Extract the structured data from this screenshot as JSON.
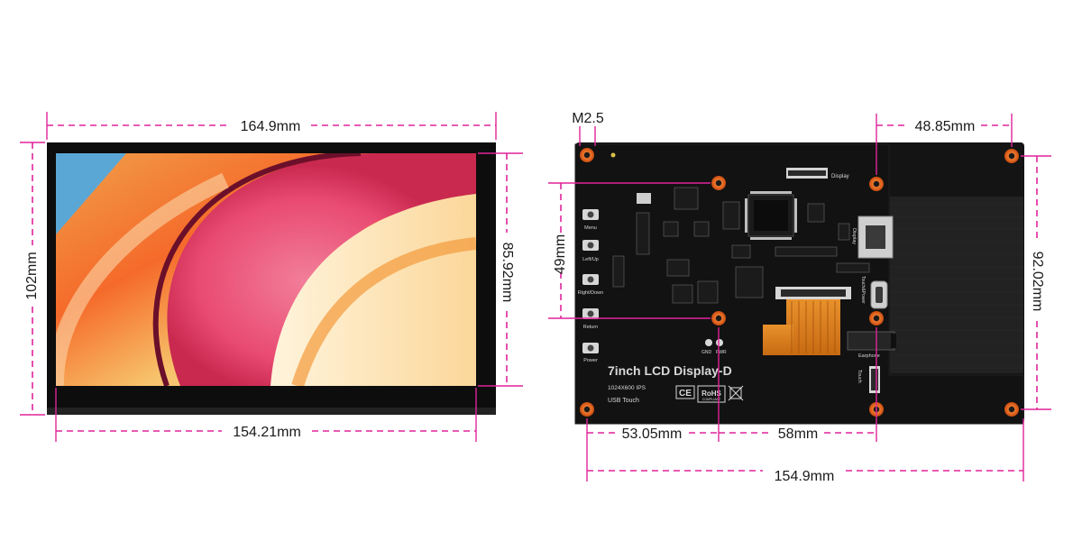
{
  "front_view": {
    "dimensions": {
      "top_width": "164.9mm",
      "left_height": "102mm",
      "right_height": "85.92mm",
      "bottom_width": "154.21mm"
    }
  },
  "back_view": {
    "dimensions": {
      "hole": "M2.5",
      "top_right_width": "48.85mm",
      "left_height": "49mm",
      "right_height": "92.02mm",
      "bottom_left": "53.05mm",
      "bottom_middle": "58mm",
      "bottom_total": "154.9mm"
    },
    "board_labels": {
      "product_name": "7inch LCD Display-D",
      "resolution": "1024X600 IPS",
      "usb_touch": "USB Touch",
      "display": "Display",
      "display_side": "Display",
      "touch_power": "Touch&Power",
      "earphone": "Earphone",
      "touch": "Touch",
      "pwr": "PWR",
      "gnd": "GND",
      "ce_mark": "CE",
      "rohs": "RoHS",
      "rohs_sub": "COMPLIANT",
      "buttons": [
        "Menu",
        "Left/Up",
        "Right/Down",
        "Return",
        "Power"
      ]
    }
  },
  "colors": {
    "dimension_line": "#e0249a",
    "board": "#151515",
    "standoff": "#e8641e"
  }
}
